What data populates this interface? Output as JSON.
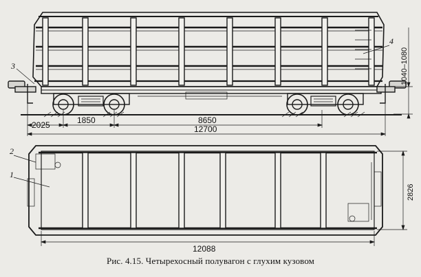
{
  "caption": "Рис. 4.15. Четырехосный полувагон с глухим кузовом",
  "callouts": {
    "c1": "1",
    "c2": "2",
    "c3": "3",
    "c4": "4"
  },
  "side_view_dimensions": {
    "overhang": "2025",
    "bogie_base": "1850",
    "bogie_centers": "8650",
    "length_over_couplers": "12700",
    "height_range": "1040–1080"
  },
  "plan_view_dimensions": {
    "inner_length": "12088",
    "inner_width": "2826"
  }
}
